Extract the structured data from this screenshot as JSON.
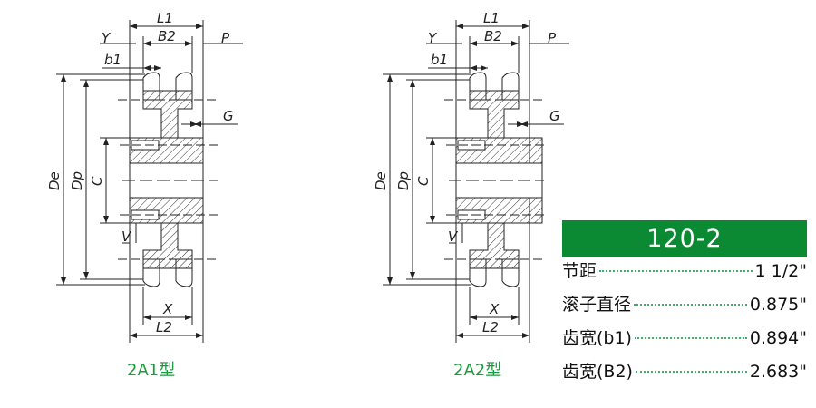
{
  "diagrams": [
    {
      "title": "2A1型",
      "labels": {
        "L1": "L1",
        "B2": "B2",
        "Y": "Y",
        "P": "P",
        "b1": "b1",
        "G": "G",
        "De": "De",
        "Dp": "Dp",
        "C": "C",
        "V": "V",
        "X": "X",
        "L2": "L2"
      }
    },
    {
      "title": "2A2型",
      "labels": {
        "L1": "L1",
        "B2": "B2",
        "Y": "Y",
        "P": "P",
        "b1": "b1",
        "G": "G",
        "De": "De",
        "Dp": "Dp",
        "C": "C",
        "V": "V",
        "X": "X",
        "L2": "L2"
      }
    }
  ],
  "spec": {
    "model": "120-2",
    "rows": [
      {
        "label": "节距",
        "value": "1 1/2\""
      },
      {
        "label": "滚子直径",
        "value": "0.875\""
      },
      {
        "label": "齿宽(b1)",
        "value": "0.894\""
      },
      {
        "label": "齿宽(B2)",
        "value": "2.683\""
      }
    ]
  },
  "colors": {
    "accent": "#0c8a33",
    "title": "#1a9a3c",
    "dots": "#3bb06a"
  }
}
